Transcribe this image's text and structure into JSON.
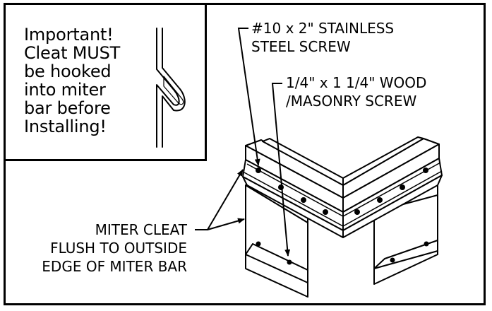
{
  "note": {
    "lines": [
      "Important!",
      "Cleat MUST",
      "be hooked",
      "into miter",
      "bar before",
      "Installing!"
    ]
  },
  "callouts": {
    "stainless_screw": {
      "line1": "#10 x 2\" STAINLESS",
      "line2": "STEEL SCREW"
    },
    "wood_screw": {
      "line1": "1/4\" x 1 1/4\" WOOD",
      "line2": "/MASONRY SCREW"
    },
    "miter_cleat": {
      "line1": "MITER CLEAT",
      "line2": "FLUSH TO OUTSIDE",
      "line3": "EDGE OF MITER BAR"
    }
  },
  "colors": {
    "line": "#000000",
    "background": "#ffffff"
  }
}
